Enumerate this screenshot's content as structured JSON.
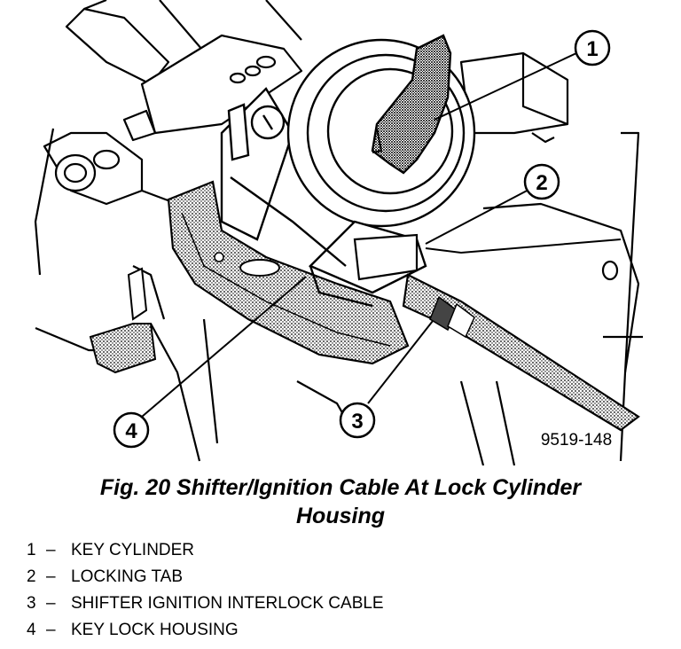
{
  "figure": {
    "code": "9519-148",
    "caption_line1": "Fig. 20 Shifter/Ignition Cable At Lock Cylinder",
    "caption_line2": "Housing"
  },
  "callouts": [
    "1",
    "2",
    "3",
    "4"
  ],
  "legend": [
    {
      "num": "1",
      "dash": "–",
      "label": "KEY CYLINDER"
    },
    {
      "num": "2",
      "dash": "–",
      "label": "LOCKING TAB"
    },
    {
      "num": "3",
      "dash": "–",
      "label": "SHIFTER IGNITION INTERLOCK CABLE"
    },
    {
      "num": "4",
      "dash": "–",
      "label": "KEY LOCK HOUSING"
    }
  ],
  "colors": {
    "ink": "#000000",
    "paper": "#ffffff",
    "shade": "#8c8c8c"
  }
}
